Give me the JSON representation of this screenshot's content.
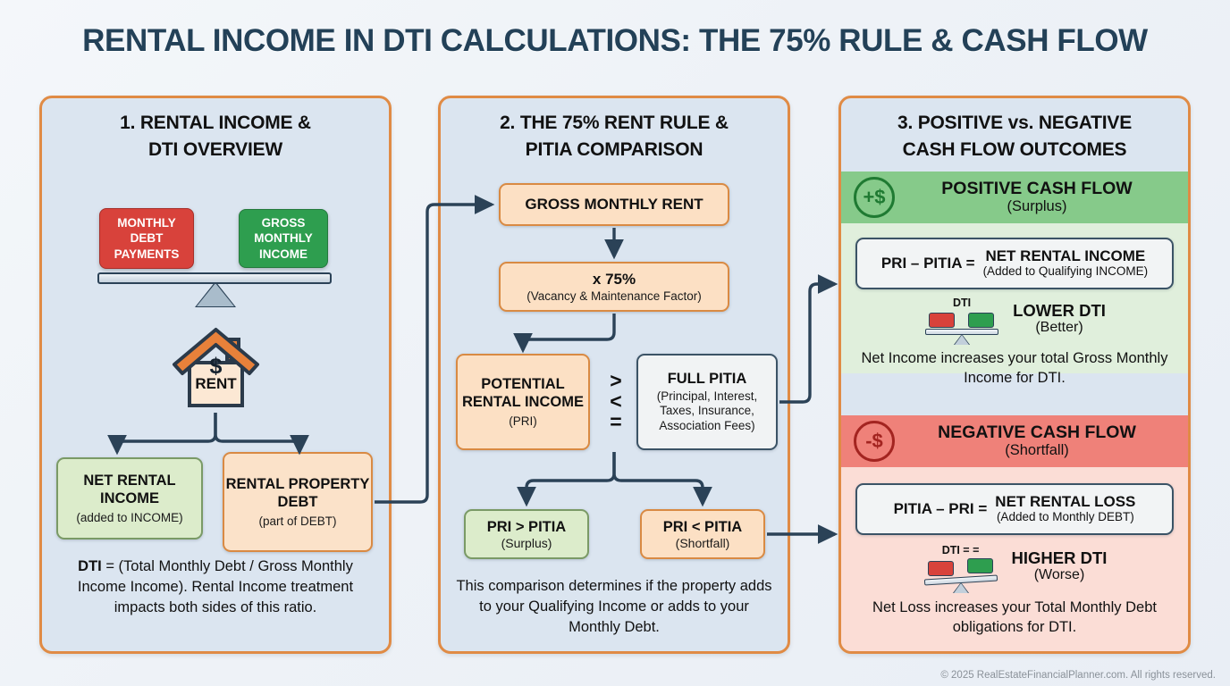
{
  "title": "RENTAL INCOME IN DTI CALCULATIONS: THE 75% RULE & CASH FLOW",
  "colors": {
    "accent_border": "#e08b45",
    "panel_bg": "#dbe5f0",
    "title_color": "#234158",
    "debt_red": "#d8423b",
    "income_green": "#2e9e4f",
    "positive_band": "#86ca8a",
    "positive_body": "#e0efdc",
    "negative_band": "#ef8179",
    "negative_body": "#fbddd6",
    "orange_box": "#fce0c4",
    "green_box": "#dceccb",
    "gray_box": "#f1f3f4",
    "connector": "#2b4257"
  },
  "panel1": {
    "heading_line1": "1. RENTAL INCOME &",
    "heading_line2": "DTI OVERVIEW",
    "debt_box": "MONTHLY DEBT PAYMENTS",
    "income_box": "GROSS MONTHLY INCOME",
    "house_icon": "house-dollar-icon",
    "house_label": "RENT",
    "house_symbol": "$",
    "net_rental_title": "NET RENTAL INCOME",
    "net_rental_sub": "(added to INCOME)",
    "rental_debt_title": "RENTAL PROPERTY DEBT",
    "rental_debt_sub": "(part of DEBT)",
    "footnote_bold": "DTI",
    "footnote_rest": " = (Total Monthly Debt / Gross Monthly Income Income). Rental Income treatment impacts both sides of this ratio."
  },
  "panel2": {
    "heading_line1": "2. THE 75% RENT RULE &",
    "heading_line2": "PITIA COMPARISON",
    "gross_rent": "GROSS MONTHLY RENT",
    "factor_title": "x 75%",
    "factor_sub": "(Vacancy & Maintenance Factor)",
    "pri_title": "POTENTIAL RENTAL INCOME",
    "pri_sub": "(PRI)",
    "operators": [
      ">",
      "<",
      "="
    ],
    "pitia_title": "FULL PITIA",
    "pitia_sub": "(Principal, Interest, Taxes, Insurance, Association Fees)",
    "surplus_title": "PRI > PITIA",
    "surplus_sub": "(Surplus)",
    "shortfall_title": "PRI < PITIA",
    "shortfall_sub": "(Shortfall)",
    "footnote": "This comparison determines if the property adds to your Qualifying Income or adds to your Monthly Debt."
  },
  "panel3": {
    "heading_line1": "3. POSITIVE vs. NEGATIVE",
    "heading_line2": "CASH FLOW OUTCOMES",
    "positive": {
      "coin_icon": "plus-dollar-coin-icon",
      "coin_label": "+$",
      "band_title": "POSITIVE CASH FLOW",
      "band_sub": "(Surplus)",
      "formula_lhs": "PRI – PITIA =",
      "formula_r1": "NET RENTAL INCOME",
      "formula_r2": "(Added to Qualifying INCOME)",
      "scale_caption": "DTI",
      "dti_label": "LOWER DTI",
      "dti_sub": "(Better)",
      "note": "Net Income increases your total Gross Monthly Income for DTI."
    },
    "negative": {
      "coin_icon": "minus-dollar-coin-icon",
      "coin_label": "-$",
      "band_title": "NEGATIVE CASH FLOW",
      "band_sub": "(Shortfall)",
      "formula_lhs": "PITIA – PRI =",
      "formula_r1": "NET RENTAL LOSS",
      "formula_r2": "(Added to Monthly DEBT)",
      "scale_caption": "DTI = =",
      "dti_label": "HIGHER DTI",
      "dti_sub": "(Worse)",
      "note": "Net Loss increases your Total Monthly Debt obligations for DTI."
    }
  },
  "footer": "© 2025 RealEstateFinancialPlanner.com. All rights reserved."
}
